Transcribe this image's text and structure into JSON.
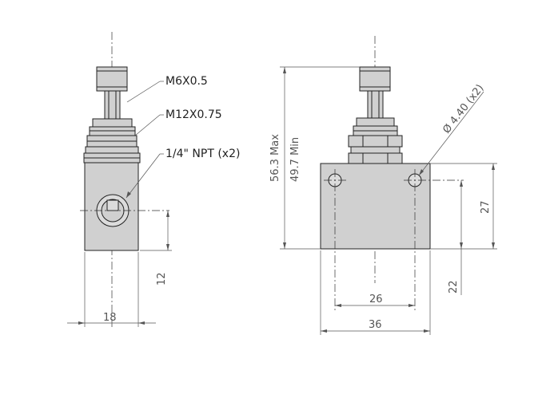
{
  "callouts": {
    "thread_m6": "M6X0.5",
    "thread_m12": "M12X0.75",
    "npt": "1/4\" NPT (x2)"
  },
  "dimensions": {
    "side_width": "18",
    "side_height": "12",
    "front_width": "36",
    "hole_spacing": "26",
    "height_27": "27",
    "height_22": "22",
    "overall_max": "56.3 Max",
    "overall_min": "49.7 Min",
    "hole_dia": "Ø 4.40 (x2)"
  },
  "colors": {
    "body": "#d0d0d0",
    "outline": "#222222",
    "dimension": "#555555"
  }
}
